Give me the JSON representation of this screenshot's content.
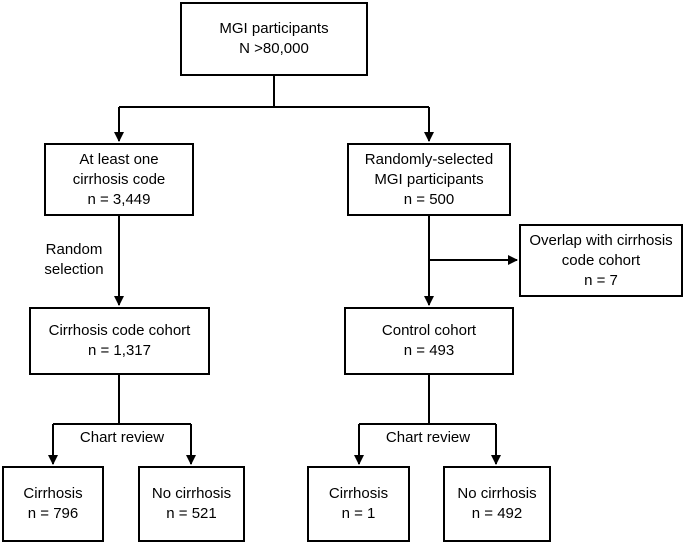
{
  "boxes": {
    "mgi": {
      "line1": "MGI participants",
      "line2": "N >80,000"
    },
    "cirrhosis_code": {
      "line1": "At least one",
      "line2": "cirrhosis code",
      "line3": "n = 3,449"
    },
    "random_mgi": {
      "line1": "Randomly-selected",
      "line2": "MGI participants",
      "line3": "n = 500"
    },
    "overlap": {
      "line1": "Overlap with cirrhosis",
      "line2": "code cohort",
      "line3": "n = 7"
    },
    "cirrhosis_cohort": {
      "line1": "Cirrhosis code cohort",
      "line2": "n = 1,317"
    },
    "control_cohort": {
      "line1": "Control cohort",
      "line2": "n = 493"
    },
    "left_cirrhosis": {
      "line1": "Cirrhosis",
      "line2": "n = 796"
    },
    "left_no_cirrhosis": {
      "line1": "No cirrhosis",
      "line2": "n = 521"
    },
    "right_cirrhosis": {
      "line1": "Cirrhosis",
      "line2": "n = 1"
    },
    "right_no_cirrhosis": {
      "line1": "No cirrhosis",
      "line2": "n = 492"
    }
  },
  "labels": {
    "random_selection": {
      "line1": "Random",
      "line2": "selection"
    },
    "chart_review_left": "Chart review",
    "chart_review_right": "Chart review"
  }
}
